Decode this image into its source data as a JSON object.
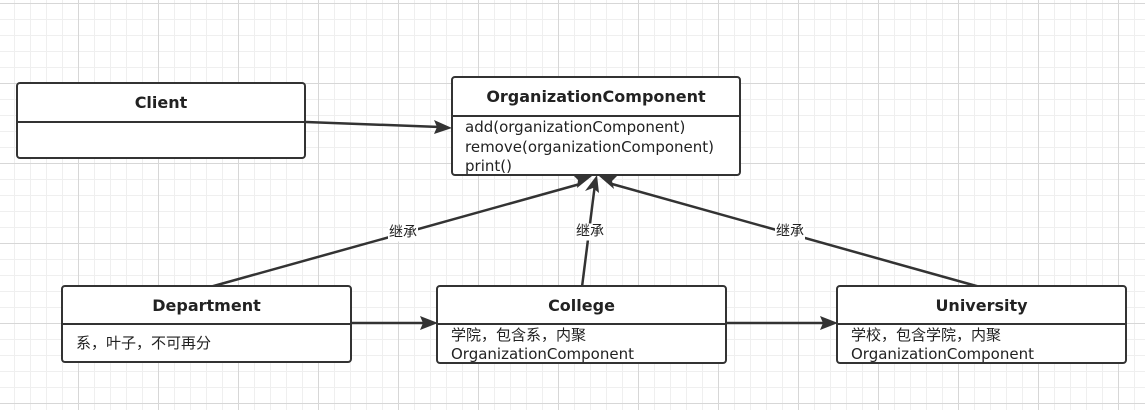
{
  "classes": {
    "client": {
      "name": "Client",
      "members": []
    },
    "organization_component": {
      "name": "OrganizationComponent",
      "members": [
        "add(organizationComponent)",
        "remove(organizationComponent)",
        "print()"
      ]
    },
    "department": {
      "name": "Department",
      "members": [
        "系，叶子，不可再分"
      ]
    },
    "college": {
      "name": "College",
      "members": [
        "学院，包含系，内聚",
        "OrganizationComponent"
      ]
    },
    "university": {
      "name": "University",
      "members": [
        "学校，包含学院，内聚",
        "OrganizationComponent"
      ]
    }
  },
  "relations": {
    "inherit_label": "继承"
  }
}
